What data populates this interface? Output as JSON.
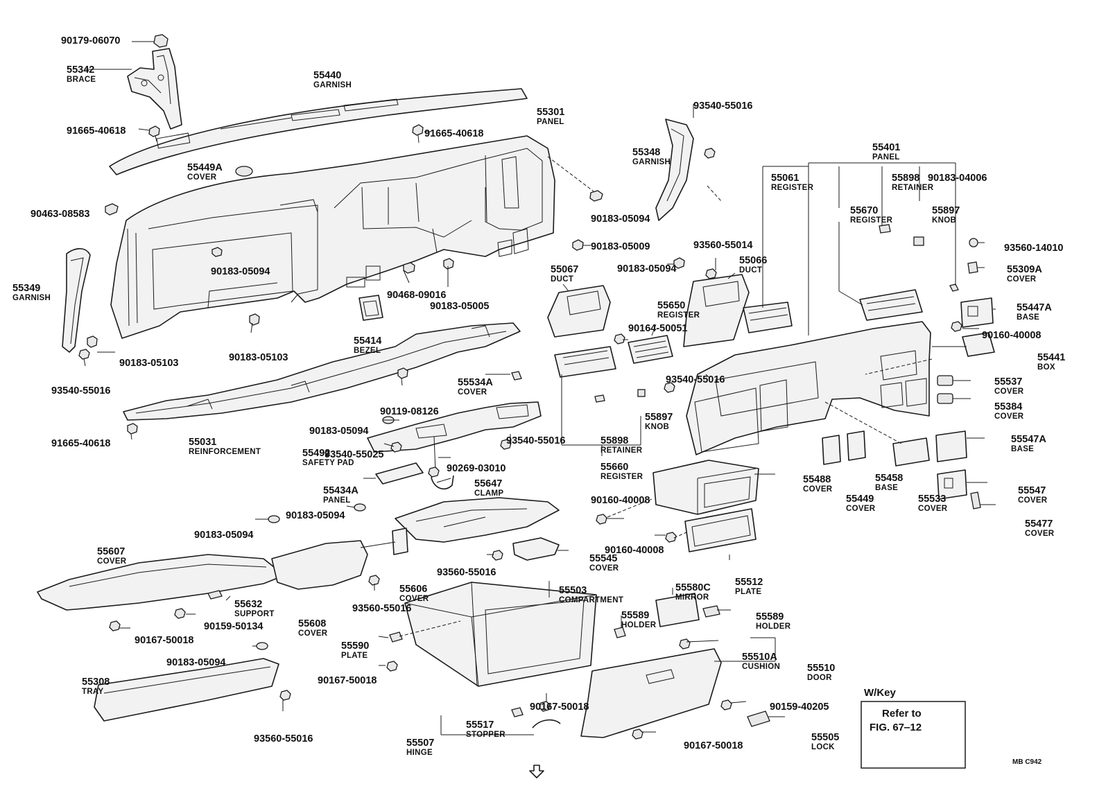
{
  "diagram": {
    "labels": [
      {
        "id": "l1",
        "num": "90179-06070",
        "name": ""
      },
      {
        "id": "l2",
        "num": "55342",
        "name": "BRACE"
      },
      {
        "id": "l3",
        "num": "55440",
        "name": "GARNISH"
      },
      {
        "id": "l4",
        "num": "91665-40618",
        "name": ""
      },
      {
        "id": "l5",
        "num": "91665-40618",
        "name": ""
      },
      {
        "id": "l6",
        "num": "55301",
        "name": "PANEL"
      },
      {
        "id": "l7",
        "num": "93540-55016",
        "name": ""
      },
      {
        "id": "l8",
        "num": "55348",
        "name": "GARNISH"
      },
      {
        "id": "l9",
        "num": "55449A",
        "name": "COVER"
      },
      {
        "id": "l10",
        "num": "90463-08583",
        "name": ""
      },
      {
        "id": "l11",
        "num": "90183-05094",
        "name": ""
      },
      {
        "id": "l12",
        "num": "90183-05009",
        "name": ""
      },
      {
        "id": "l13",
        "num": "90183-05094",
        "name": ""
      },
      {
        "id": "l14",
        "num": "55349",
        "name": "GARNISH"
      },
      {
        "id": "l15",
        "num": "90468-09016",
        "name": ""
      },
      {
        "id": "l16",
        "num": "90183-05005",
        "name": ""
      },
      {
        "id": "l17",
        "num": "55414",
        "name": "BEZEL"
      },
      {
        "id": "l18",
        "num": "90183-05103",
        "name": ""
      },
      {
        "id": "l19",
        "num": "90183-05103",
        "name": ""
      },
      {
        "id": "l20",
        "num": "93540-55016",
        "name": ""
      },
      {
        "id": "l21",
        "num": "55031",
        "name": "REINFORCEMENT"
      },
      {
        "id": "l22",
        "num": "91665-40618",
        "name": ""
      },
      {
        "id": "l23",
        "num": "90119-08126",
        "name": ""
      },
      {
        "id": "l24",
        "num": "55534A",
        "name": "COVER"
      },
      {
        "id": "l25",
        "num": "90183-05094",
        "name": ""
      },
      {
        "id": "l26",
        "num": "55492",
        "name": "SAFETY PAD"
      },
      {
        "id": "l27",
        "num": "93540-55016",
        "name": ""
      },
      {
        "id": "l28",
        "num": "93540-55025",
        "name": ""
      },
      {
        "id": "l29",
        "num": "90269-03010",
        "name": ""
      },
      {
        "id": "l30",
        "num": "55434A",
        "name": "PANEL"
      },
      {
        "id": "l31",
        "num": "55647",
        "name": "CLAMP"
      },
      {
        "id": "l32",
        "num": "90183-05094",
        "name": ""
      },
      {
        "id": "l33",
        "num": "90183-05094",
        "name": ""
      },
      {
        "id": "l34",
        "num": "55607",
        "name": "COVER"
      },
      {
        "id": "l35",
        "num": "55545",
        "name": "COVER"
      },
      {
        "id": "l36",
        "num": "93560-55016",
        "name": ""
      },
      {
        "id": "l37",
        "num": "55606",
        "name": "COVER"
      },
      {
        "id": "l38",
        "num": "55632",
        "name": "SUPPORT"
      },
      {
        "id": "l39",
        "num": "55608",
        "name": "COVER"
      },
      {
        "id": "l40",
        "num": "93560-55016",
        "name": ""
      },
      {
        "id": "l41",
        "num": "90159-50134",
        "name": ""
      },
      {
        "id": "l42",
        "num": "90167-50018",
        "name": ""
      },
      {
        "id": "l43",
        "num": "55503",
        "name": "COMPARTMENT"
      },
      {
        "id": "l44",
        "num": "55590",
        "name": "PLATE"
      },
      {
        "id": "l45",
        "num": "90183-05094",
        "name": ""
      },
      {
        "id": "l46",
        "num": "90167-50018",
        "name": ""
      },
      {
        "id": "l47",
        "num": "55308",
        "name": "TRAY"
      },
      {
        "id": "l48",
        "num": "93560-55016",
        "name": ""
      },
      {
        "id": "l49",
        "num": "90167-50018",
        "name": ""
      },
      {
        "id": "l50",
        "num": "55517",
        "name": "STOPPER"
      },
      {
        "id": "l51",
        "num": "55507",
        "name": "HINGE"
      },
      {
        "id": "l52",
        "num": "55401",
        "name": "PANEL"
      },
      {
        "id": "l53",
        "num": "55061",
        "name": "REGISTER"
      },
      {
        "id": "l54",
        "num": "55898",
        "name": "RETAINER"
      },
      {
        "id": "l55",
        "num": "90183-04006",
        "name": ""
      },
      {
        "id": "l56",
        "num": "55670",
        "name": "REGISTER"
      },
      {
        "id": "l57",
        "num": "55897",
        "name": "KNOB"
      },
      {
        "id": "l58",
        "num": "93560-55014",
        "name": ""
      },
      {
        "id": "l59",
        "num": "93560-14010",
        "name": ""
      },
      {
        "id": "l60",
        "num": "90183-05094",
        "name": ""
      },
      {
        "id": "l61",
        "num": "55309A",
        "name": "COVER"
      },
      {
        "id": "l62",
        "num": "55067",
        "name": "DUCT"
      },
      {
        "id": "l63",
        "num": "55066",
        "name": "DUCT"
      },
      {
        "id": "l64",
        "num": "55650",
        "name": "REGISTER"
      },
      {
        "id": "l65",
        "num": "55447A",
        "name": "BASE"
      },
      {
        "id": "l66",
        "num": "90164-50051",
        "name": ""
      },
      {
        "id": "l67",
        "num": "90160-40008",
        "name": ""
      },
      {
        "id": "l68",
        "num": "55441",
        "name": "BOX"
      },
      {
        "id": "l69",
        "num": "93540-55016",
        "name": ""
      },
      {
        "id": "l70",
        "num": "55537",
        "name": "COVER"
      },
      {
        "id": "l71",
        "num": "55384",
        "name": "COVER"
      },
      {
        "id": "l72",
        "num": "55898",
        "name": "RETAINER"
      },
      {
        "id": "l73",
        "num": "55897",
        "name": "KNOB"
      },
      {
        "id": "l74",
        "num": "55547A",
        "name": "BASE"
      },
      {
        "id": "l75",
        "num": "55660",
        "name": "REGISTER"
      },
      {
        "id": "l76",
        "num": "55488",
        "name": "COVER"
      },
      {
        "id": "l77",
        "num": "55458",
        "name": "BASE"
      },
      {
        "id": "l78",
        "num": "55449",
        "name": "COVER"
      },
      {
        "id": "l79",
        "num": "55533",
        "name": "COVER"
      },
      {
        "id": "l80",
        "num": "55547",
        "name": "COVER"
      },
      {
        "id": "l81",
        "num": "90160-40008",
        "name": ""
      },
      {
        "id": "l82",
        "num": "55477",
        "name": "COVER"
      },
      {
        "id": "l83",
        "num": "90160-40008",
        "name": ""
      },
      {
        "id": "l84",
        "num": "55512",
        "name": "PLATE"
      },
      {
        "id": "l85",
        "num": "55580C",
        "name": "MIRROR"
      },
      {
        "id": "l86",
        "num": "55589",
        "name": "HOLDER"
      },
      {
        "id": "l87",
        "num": "55589",
        "name": "HOLDER"
      },
      {
        "id": "l88",
        "num": "55510A",
        "name": "CUSHION"
      },
      {
        "id": "l89",
        "num": "55510",
        "name": "DOOR"
      },
      {
        "id": "l90",
        "num": "90159-40205",
        "name": ""
      },
      {
        "id": "l91",
        "num": "55505",
        "name": "LOCK"
      },
      {
        "id": "l92",
        "num": "90167-50018",
        "name": ""
      }
    ],
    "wkey_box": {
      "title": "W/Key",
      "line1": "Refer to",
      "line2": "FIG. 67‒12"
    },
    "code": "MB  C942"
  }
}
